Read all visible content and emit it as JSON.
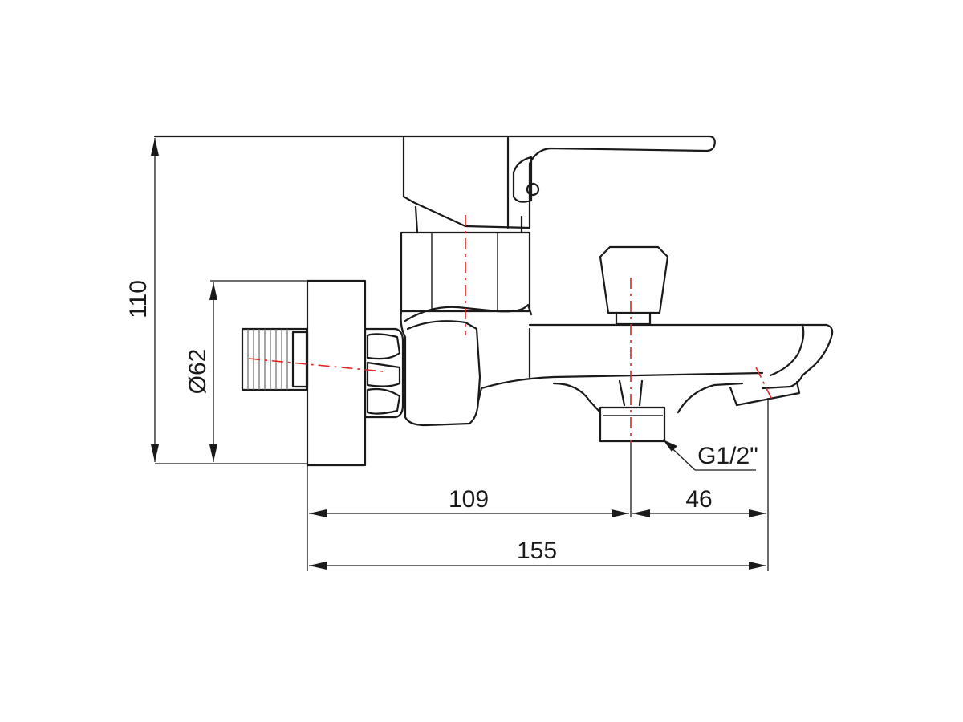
{
  "dimensions": {
    "height_label": "110",
    "diameter_label": "Ø62",
    "spout_offset_label": "109",
    "spout_tip_label": "46",
    "overall_length_label": "155",
    "outlet_thread_label": "G1/2\""
  },
  "colors": {
    "outline": "#1a1a1a",
    "axis": "#e32222",
    "background": "#ffffff"
  }
}
